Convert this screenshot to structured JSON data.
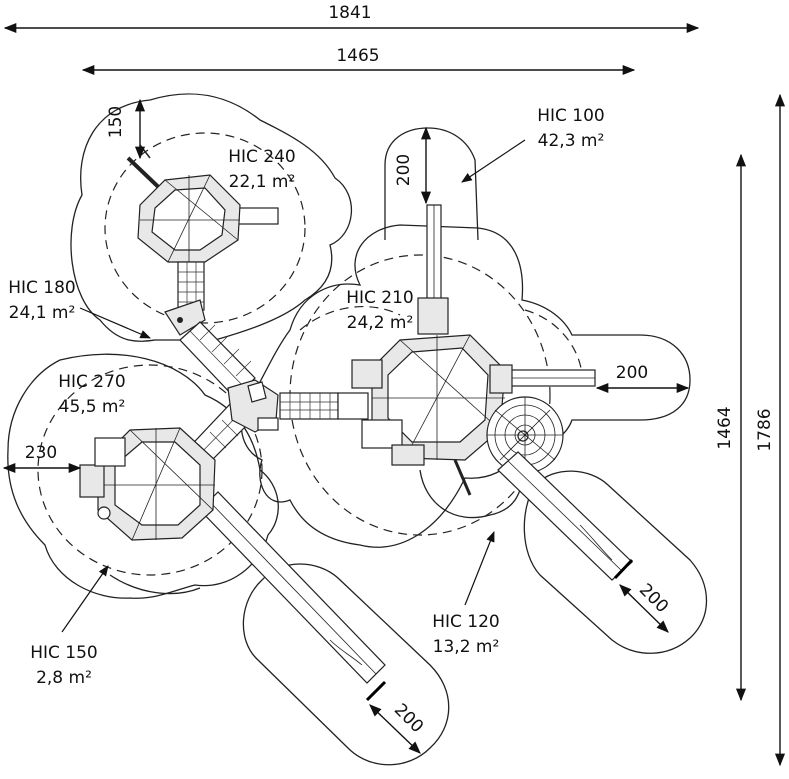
{
  "dimensions": {
    "overall_width": "1841",
    "inner_width": "1465",
    "height_inner": "1464",
    "height_outer": "1786",
    "top_left_offset": "150",
    "top_slide_offset": "200",
    "right_slide_offset": "200",
    "left_offset": "230",
    "slide_right_diag": "200",
    "slide_bottom_diag": "200"
  },
  "labels": {
    "hic100": {
      "title": "HIC 100",
      "area": "42,3 m²"
    },
    "hic240": {
      "title": "HIC 240",
      "area": "22,1 m²"
    },
    "hic180": {
      "title": "HIC 180",
      "area": "24,1 m²"
    },
    "hic210": {
      "title": "HIC 210",
      "area": "24,2 m²"
    },
    "hic270": {
      "title": "HIC 270",
      "area": "45,5 m²"
    },
    "hic150": {
      "title": "HIC 150",
      "area": "2,8 m²"
    },
    "hic120": {
      "title": "HIC 120",
      "area": "13,2 m²"
    }
  }
}
